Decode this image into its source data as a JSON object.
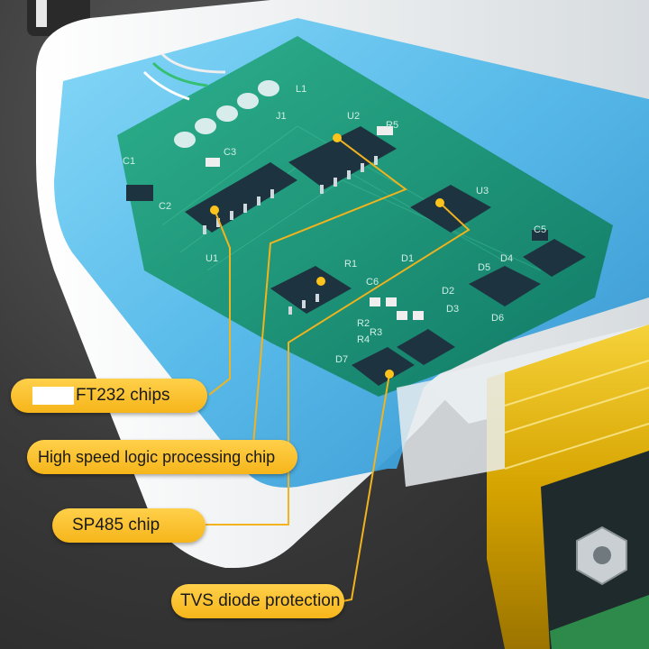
{
  "callouts": [
    {
      "id": "ft232",
      "label": "FT232 chips"
    },
    {
      "id": "logic",
      "label": "High speed logic processing chip"
    },
    {
      "id": "sp485",
      "label": "SP485 chip"
    },
    {
      "id": "tvs",
      "label": "TVS diode protection"
    }
  ],
  "pcb_labels": [
    "L1",
    "J1",
    "U2",
    "R5",
    "C3",
    "C1",
    "U3",
    "C5",
    "U1",
    "R1",
    "C6",
    "D1",
    "D5",
    "D4",
    "D2",
    "D3",
    "D7",
    "R2",
    "R3",
    "R4",
    "D6",
    "C2"
  ],
  "colors": {
    "callout_fill": "#f6b51a",
    "leader_line": "#f2b31c",
    "pcb_green": "#1f9c7c",
    "casing_blue": "#5cc4f0",
    "casing_white": "#f1f3f4",
    "connector_gold": "#d6a900"
  }
}
